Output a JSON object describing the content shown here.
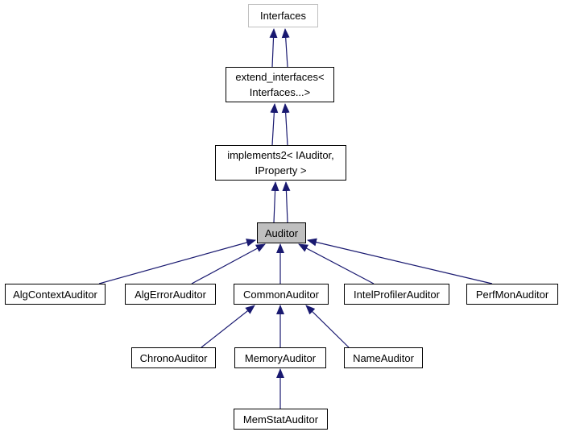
{
  "diagram": {
    "type": "inheritance-graph",
    "nodes": {
      "interfaces": {
        "label": "Interfaces"
      },
      "extend": {
        "line1": "extend_interfaces<",
        "line2": "Interfaces...>"
      },
      "implements2": {
        "line1": "implements2< IAuditor,",
        "line2": "IProperty >"
      },
      "auditor": {
        "label": "Auditor"
      },
      "algcontext": {
        "label": "AlgContextAuditor"
      },
      "algerror": {
        "label": "AlgErrorAuditor"
      },
      "common": {
        "label": "CommonAuditor"
      },
      "intelprofiler": {
        "label": "IntelProfilerAuditor"
      },
      "perfmon": {
        "label": "PerfMonAuditor"
      },
      "chrono": {
        "label": "ChronoAuditor"
      },
      "memory": {
        "label": "MemoryAuditor"
      },
      "name": {
        "label": "NameAuditor"
      },
      "memstat": {
        "label": "MemStatAuditor"
      }
    },
    "edges": [
      {
        "from": "extend_interfaces< Interfaces...>",
        "to": "Interfaces",
        "style": "double"
      },
      {
        "from": "implements2< IAuditor, IProperty >",
        "to": "extend_interfaces< Interfaces...>",
        "style": "double"
      },
      {
        "from": "Auditor",
        "to": "implements2< IAuditor, IProperty >",
        "style": "double"
      },
      {
        "from": "AlgContextAuditor",
        "to": "Auditor",
        "style": "single"
      },
      {
        "from": "AlgErrorAuditor",
        "to": "Auditor",
        "style": "single"
      },
      {
        "from": "CommonAuditor",
        "to": "Auditor",
        "style": "single"
      },
      {
        "from": "IntelProfilerAuditor",
        "to": "Auditor",
        "style": "single"
      },
      {
        "from": "PerfMonAuditor",
        "to": "Auditor",
        "style": "single"
      },
      {
        "from": "ChronoAuditor",
        "to": "CommonAuditor",
        "style": "single"
      },
      {
        "from": "MemoryAuditor",
        "to": "CommonAuditor",
        "style": "single"
      },
      {
        "from": "NameAuditor",
        "to": "CommonAuditor",
        "style": "single"
      },
      {
        "from": "MemStatAuditor",
        "to": "MemoryAuditor",
        "style": "single"
      }
    ],
    "colors": {
      "arrow": "#191970",
      "node_border": "#000000",
      "muted_node_border": "#c0c0c0",
      "current_node_fill": "#bfbfbf",
      "node_fill": "#ffffff",
      "background": "#ffffff"
    }
  }
}
